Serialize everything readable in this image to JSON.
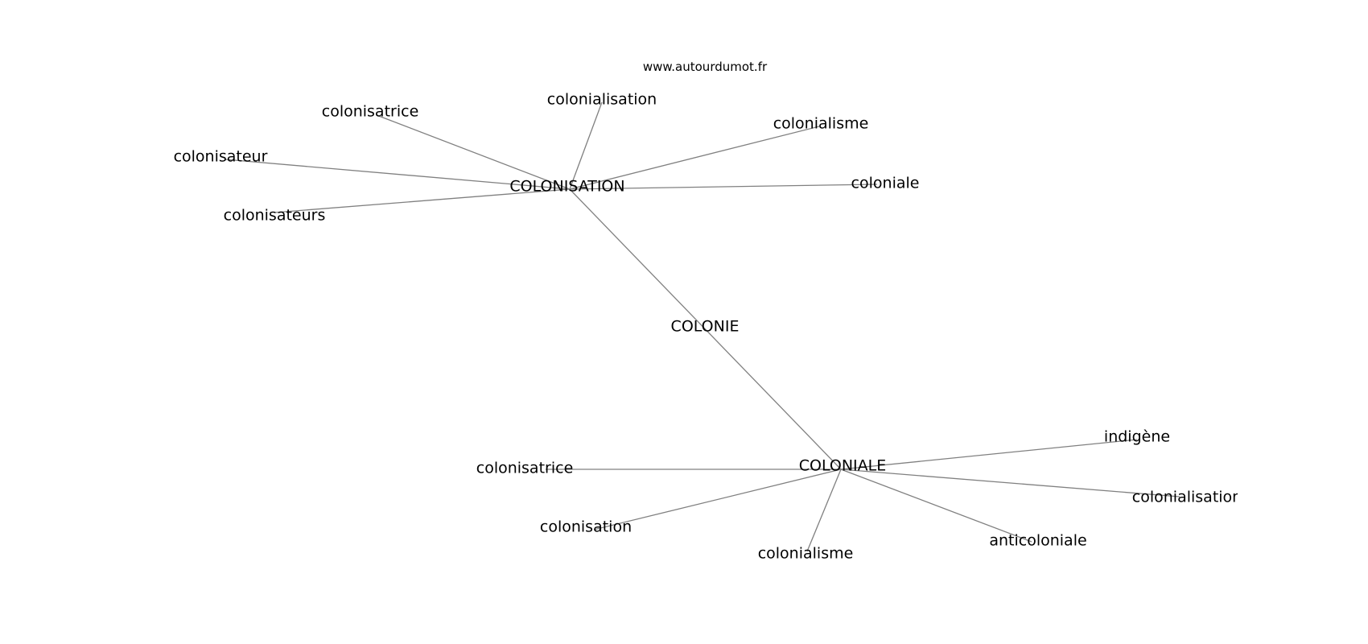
{
  "watermark": "www.autourdumot.fr",
  "edge_color": "#808080",
  "text_color": "#000000",
  "nodes": {
    "colonie": "COLONIE",
    "colonisation_hub": "COLONISATION",
    "coloniale_hub": "COLONIALE",
    "colonisatrice_top": "colonisatrice",
    "colonialisation_top": "colonialisation",
    "colonialisme_top": "colonialisme",
    "coloniale_right": "coloniale",
    "colonisateur": "colonisateur",
    "colonisateurs": "colonisateurs",
    "colonisatrice_bottom": "colonisatrice",
    "colonisation_bottom": "colonisation",
    "colonialisme_bottom": "colonialisme",
    "anticoloniale": "anticoloniale",
    "indigene": "indigène",
    "colonialisation_bottom": "colonialisation"
  },
  "edges": [
    [
      "colonisation_hub",
      "colonisatrice_top"
    ],
    [
      "colonisation_hub",
      "colonialisation_top"
    ],
    [
      "colonisation_hub",
      "colonialisme_top"
    ],
    [
      "colonisation_hub",
      "coloniale_right"
    ],
    [
      "colonisation_hub",
      "colonisateur"
    ],
    [
      "colonisation_hub",
      "colonisateurs"
    ],
    [
      "colonisation_hub",
      "coloniale_hub"
    ],
    [
      "coloniale_hub",
      "colonisatrice_bottom"
    ],
    [
      "coloniale_hub",
      "colonisation_bottom"
    ],
    [
      "coloniale_hub",
      "colonialisme_bottom"
    ],
    [
      "coloniale_hub",
      "anticoloniale"
    ],
    [
      "coloniale_hub",
      "indigene"
    ],
    [
      "coloniale_hub",
      "colonialisation_bottom"
    ]
  ]
}
